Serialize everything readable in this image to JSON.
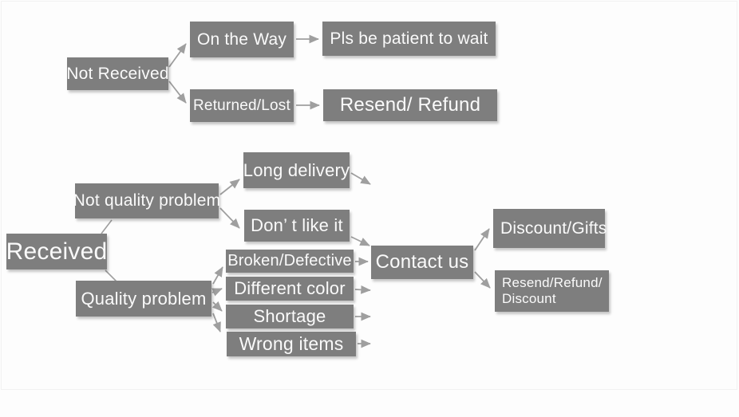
{
  "diagram": {
    "description_top_flow_root": "Not Received",
    "description_bottom_flow_root": "Received",
    "colors": {
      "node_fill": "#7e7e7e",
      "node_text": "#fafafa",
      "arrow": "#9f9f9f",
      "background": "#fdfdfd"
    },
    "nodes": {
      "not_received": {
        "label": "Not Received"
      },
      "on_the_way": {
        "label": "On the Way"
      },
      "pls_wait": {
        "label": "Pls be patient to wait"
      },
      "returned_lost": {
        "label": "Returned/Lost"
      },
      "resend_refund": {
        "label": "Resend/ Refund"
      },
      "received": {
        "label": "Received"
      },
      "not_quality": {
        "label": "Not quality problem"
      },
      "long_delivery": {
        "label": "Long delivery"
      },
      "dont_like": {
        "label": "Don’ t like it"
      },
      "broken": {
        "label": "Broken/Defective"
      },
      "different_color": {
        "label": "Different color"
      },
      "shortage": {
        "label": "Shortage"
      },
      "wrong_items": {
        "label": "Wrong items"
      },
      "contact_us": {
        "label": "Contact us"
      },
      "discount_gifts": {
        "label": "Discount/Gifts"
      },
      "resend_refund_discount": {
        "label": "Resend/Refund/ Discount"
      }
    },
    "edges": [
      {
        "from": "Not Received",
        "to": "On the Way"
      },
      {
        "from": "Not Received",
        "to": "Returned/Lost"
      },
      {
        "from": "On the Way",
        "to": "Pls be patient to wait"
      },
      {
        "from": "Returned/Lost",
        "to": "Resend/ Refund"
      },
      {
        "from": "Received",
        "to": "Not quality problem"
      },
      {
        "from": "Received",
        "to": "Quality problem"
      },
      {
        "from": "Not quality problem",
        "to": "Long delivery"
      },
      {
        "from": "Not quality problem",
        "to": "Don’ t like it"
      },
      {
        "from": "Long delivery",
        "to": "Contact us"
      },
      {
        "from": "Don’ t like it",
        "to": "Contact us"
      },
      {
        "from": "Quality problem",
        "to": "Broken/Defective"
      },
      {
        "from": "Quality problem",
        "to": "Different color"
      },
      {
        "from": "Quality problem",
        "to": "Shortage"
      },
      {
        "from": "Quality problem",
        "to": "Wrong items"
      },
      {
        "from": "Broken/Defective",
        "to": "Contact us"
      },
      {
        "from": "Different color",
        "to": "Contact us"
      },
      {
        "from": "Shortage",
        "to": "Contact us"
      },
      {
        "from": "Wrong items",
        "to": "Contact us"
      },
      {
        "from": "Contact us",
        "to": "Discount/Gifts"
      },
      {
        "from": "Contact us",
        "to": "Resend/Refund/ Discount"
      }
    ],
    "quality_problem_label": "Quality problem"
  }
}
